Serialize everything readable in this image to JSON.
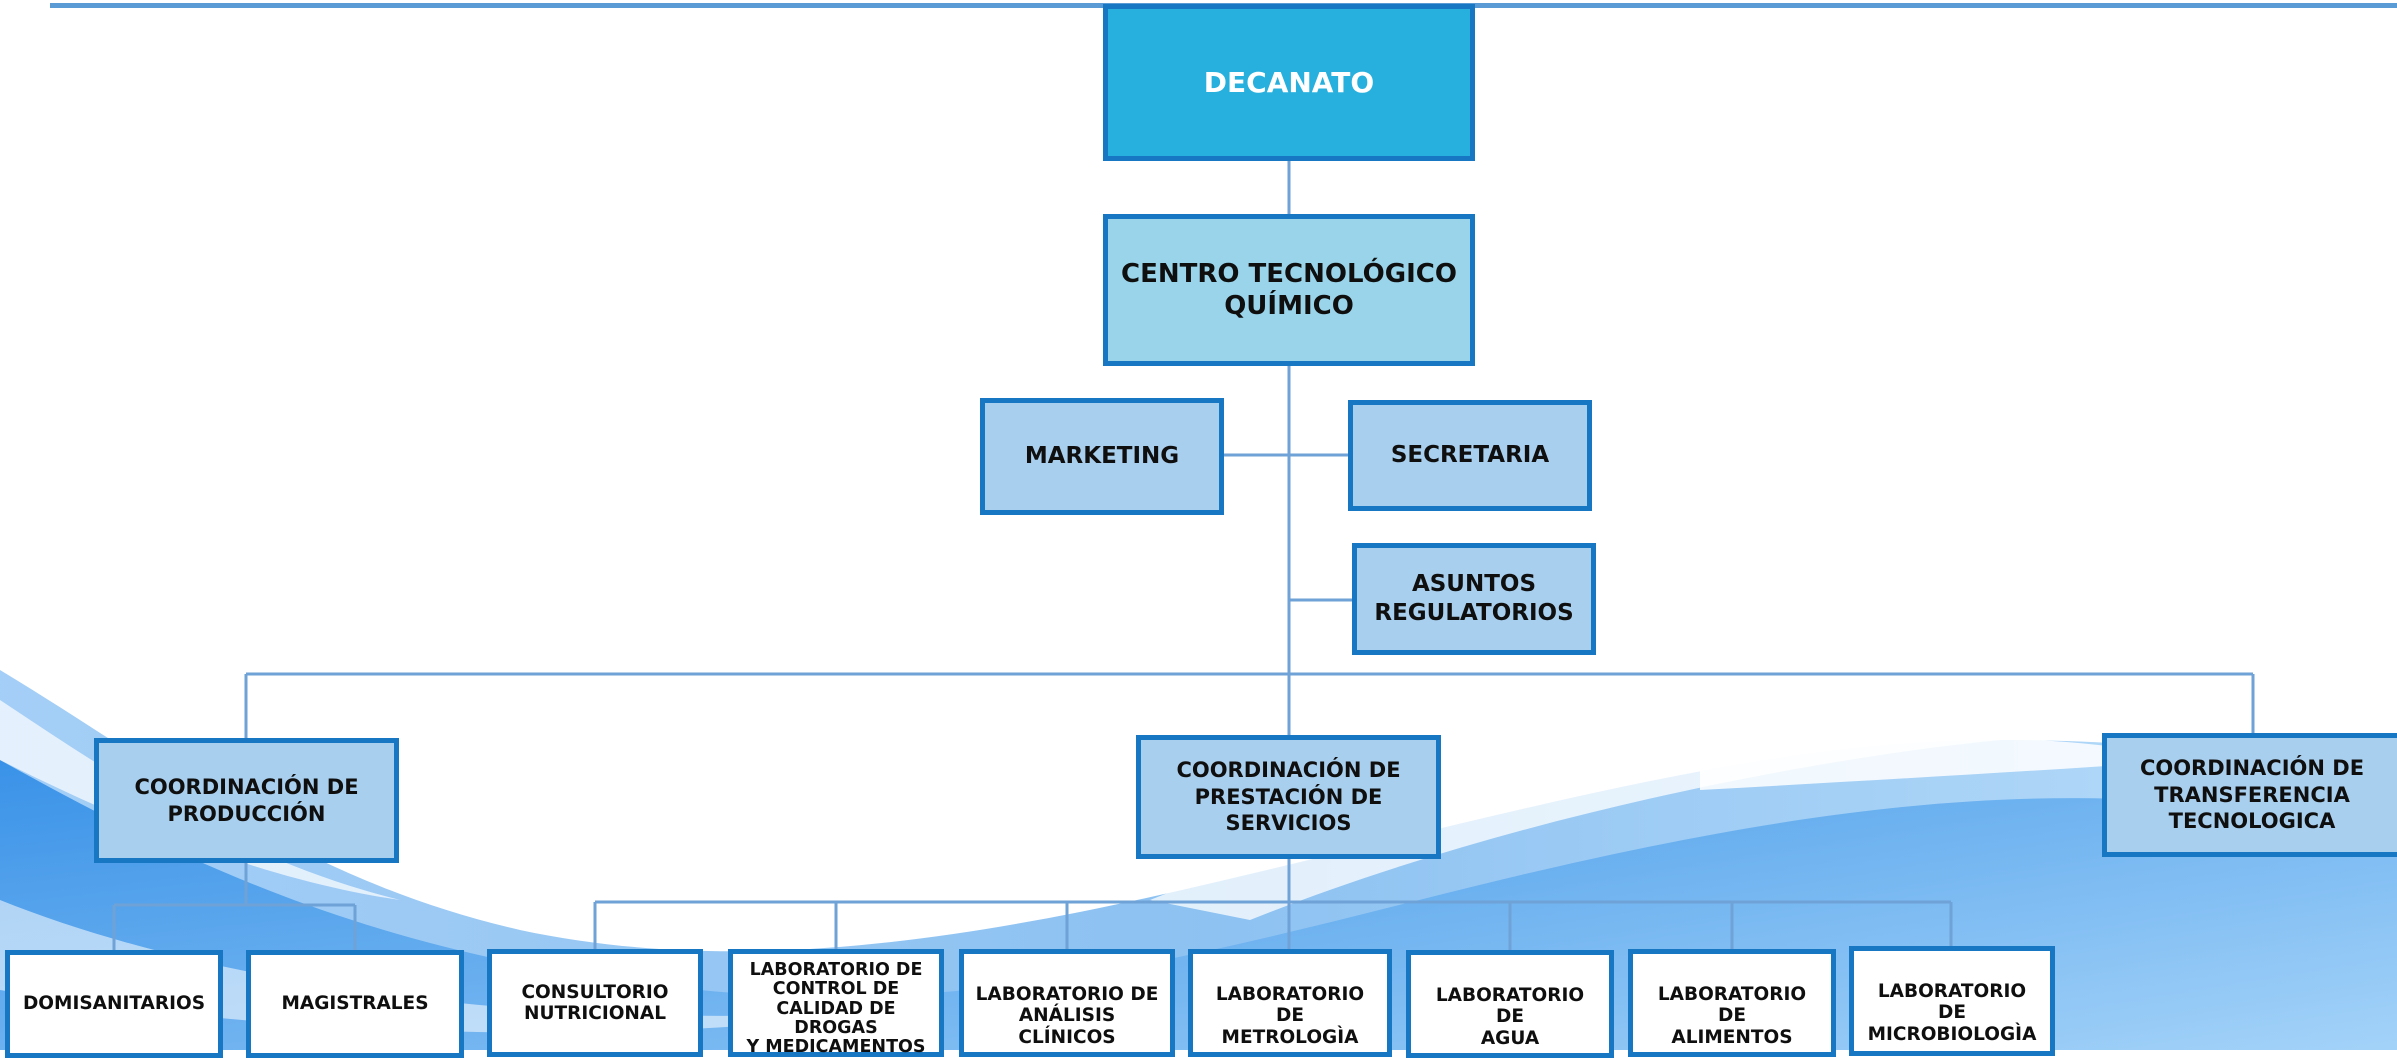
{
  "org_chart": {
    "root": "DECANATO",
    "center": "CENTRO TECNOLÓGICO\nQUÍMICO",
    "staff": {
      "marketing": "MARKETING",
      "secretaria": "SECRETARIA",
      "asuntos": "ASUNTOS\nREGULATORIOS"
    },
    "coordinations": {
      "produccion": "COORDINACIÓN DE\nPRODUCCIÓN",
      "servicios": "COORDINACIÓN DE\nPRESTACIÓN DE SERVICIOS",
      "transferencia": "COORDINACIÓN DE\nTRANSFERENCIA\nTECNOLOGICA"
    },
    "produccion_units": {
      "domisanitarios": "DOMISANITARIOS",
      "magistrales": "MAGISTRALES"
    },
    "servicios_units": {
      "consultorio": "CONSULTORIO\nNUTRICIONAL",
      "control_calidad": "LABORATORIO DE\nCONTROL DE\nCALIDAD DE DROGAS\nY MEDICAMENTOS",
      "analisis": "LABORATORIO DE\nANÁLISIS CLÍNICOS",
      "metrologia": "LABORATORIO DE\nMETROLOGÌA",
      "agua": "LABORATORIO DE\nAGUA",
      "alimentos": "LABORATORIO DE\nALIMENTOS",
      "microbiologia": "LABORATORIO DE\nMICROBIOLOGÌA"
    }
  },
  "colors": {
    "box_border": "#1877c2",
    "top_fill": "#27b0dd",
    "center_fill": "#99d4ea",
    "mid_fill": "#a9cfee",
    "leaf_fill": "#ffffff",
    "connector": "#6fa2d6"
  }
}
